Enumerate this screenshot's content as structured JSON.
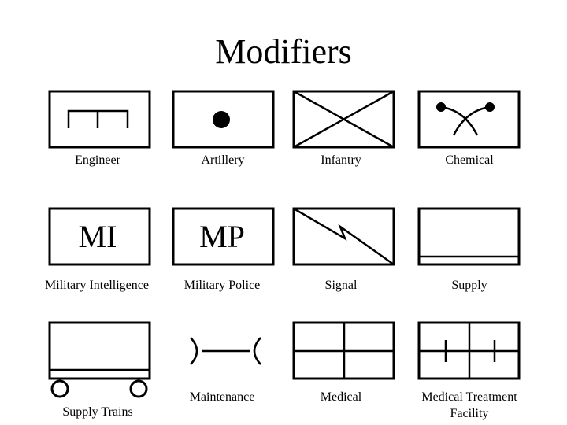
{
  "title": "Modifiers",
  "symbols": {
    "engineer": {
      "label": "Engineer"
    },
    "artillery": {
      "label": "Artillery"
    },
    "infantry": {
      "label": "Infantry"
    },
    "chemical": {
      "label": "Chemical"
    },
    "military_intelligence": {
      "label": "Military Intelligence",
      "glyph": "MI"
    },
    "military_police": {
      "label": "Military Police",
      "glyph": "MP"
    },
    "signal": {
      "label": "Signal"
    },
    "supply": {
      "label": "Supply"
    },
    "supply_trains": {
      "label": "Supply Trains"
    },
    "maintenance": {
      "label": "Maintenance"
    },
    "medical": {
      "label": "Medical"
    },
    "medical_treatment_facility": {
      "label": "Medical Treatment Facility"
    }
  }
}
